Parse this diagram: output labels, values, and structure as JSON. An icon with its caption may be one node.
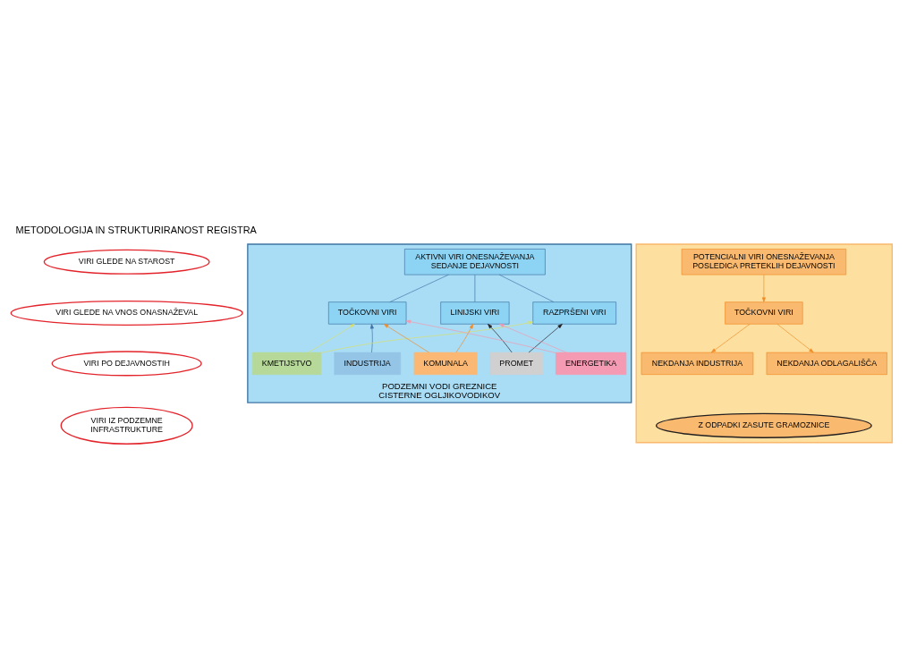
{
  "diagram": {
    "title": "METODOLOGIJA IN STRUKTURIRANOST REGISTRA",
    "nodes": [
      {
        "text": [
          "VIRI GLEDE NA STAROST"
        ]
      },
      {
        "text": [
          "VIRI GLEDE NA VNOS ONASNAŽEVAL"
        ]
      },
      {
        "text": [
          "VIRI PO DEJAVNOSTIH"
        ]
      },
      {
        "text": [
          "VIRI IZ PODZEMNE INFRASTRUKTURE"
        ]
      },
      {
        "text": [
          "PODZEMNI VODI GREZNICE CISTERNE OGLJIKOVODIKOV"
        ]
      },
      {
        "text": [
          "AKTIVNI VIRI ONESNAŽEVANJA SEDANJE DEJAVNOSTI"
        ],
        "in": 4
      },
      {
        "text": [
          "TOČKOVNI VIRI"
        ],
        "in": 4
      },
      {
        "text": [
          "LINIJSKI VIRI"
        ],
        "in": 4
      },
      {
        "text": [
          "RAZPRŠENI VIRI"
        ],
        "in": 4
      },
      {
        "text": [
          "INDUSTRIJA"
        ],
        "in": 4
      },
      {
        "text": [
          "KMETIJSTVO"
        ],
        "in": 4
      },
      {
        "text": [
          "PROMET"
        ],
        "in": 4
      },
      {
        "text": [
          "KOMUNALA"
        ],
        "in": 4
      },
      {
        "text": [
          "ENERGETIKA"
        ],
        "in": 4
      },
      {
        "text": [],
        "shape": "box"
      },
      {
        "text": [
          "POTENCIALNI VIRI ONESNAŽEVANJA POSLEDICA PRETEKLIH DEJAVNOSTI"
        ],
        "in": 14
      },
      {
        "text": [
          "TOČKOVNI VIRI"
        ],
        "in": 14
      },
      {
        "text": [
          "NEKDANJA INDUSTRIJA"
        ],
        "in": 14
      },
      {
        "text": [
          "NEKDANJA ODLAGALIŠČA"
        ],
        "in": 14
      },
      {
        "text": [
          "Z ODPADKI ZASUTE GRAMOZNICE"
        ],
        "in": 14
      }
    ],
    "edges": [
      {
        "from": 5,
        "to": 6,
        "arrow": "none",
        "color": "#3f74a3"
      },
      {
        "from": 5,
        "to": 7,
        "arrow": "none",
        "color": "#3f74a3"
      },
      {
        "from": 5,
        "to": 8,
        "arrow": "none",
        "color": "#3f74a3"
      },
      {
        "from": 9,
        "to": 6,
        "arrow": "to",
        "color": "#3f74a3"
      },
      {
        "from": 10,
        "to": 6,
        "arrow": "to",
        "color": "#d9e06a"
      },
      {
        "from": 10,
        "to": 8,
        "arrow": "to",
        "color": "#d9e06a"
      },
      {
        "from": 11,
        "to": 7,
        "arrow": "to",
        "color": "#231f20"
      },
      {
        "from": 11,
        "to": 8,
        "arrow": "to",
        "color": "#231f20"
      },
      {
        "from": 12,
        "to": 6,
        "arrow": "to",
        "color": "#f28c28"
      },
      {
        "from": 12,
        "to": 7,
        "arrow": "to",
        "color": "#f28c28"
      },
      {
        "from": 13,
        "to": 6,
        "arrow": "to",
        "color": "#f19ab0"
      },
      {
        "from": 13,
        "to": 7,
        "arrow": "to",
        "color": "#f19ab0"
      },
      {
        "from": 15,
        "to": 16,
        "arrow": "to",
        "color": "#f28c28"
      },
      {
        "from": 16,
        "to": 17,
        "arrow": "to",
        "color": "#f28c28"
      },
      {
        "from": 16,
        "to": 18,
        "arrow": "to",
        "color": "#f28c28"
      }
    ]
  }
}
